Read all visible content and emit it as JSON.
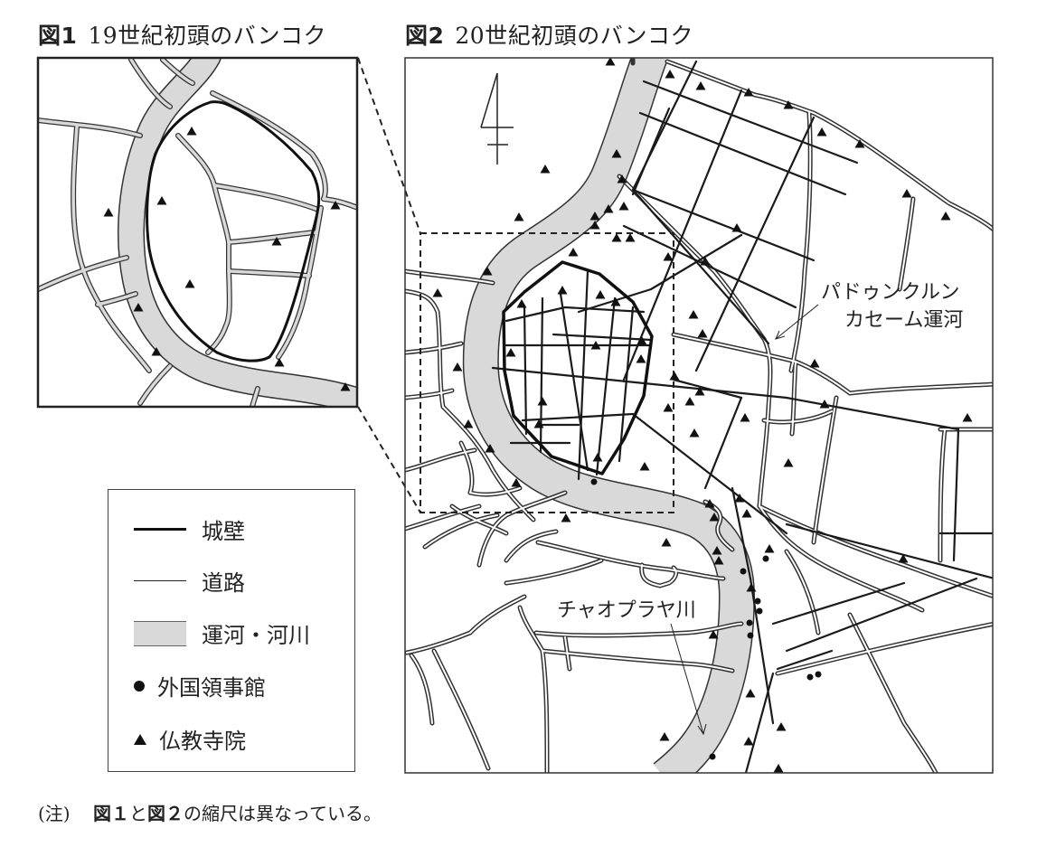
{
  "figures": [
    {
      "number_label": "図1",
      "title": "19世紀初頭のバンコク"
    },
    {
      "number_label": "図2",
      "title": "20世紀初頭のバンコク"
    }
  ],
  "map_labels": {
    "canal_line1": "パドゥンクルン",
    "canal_line2": "カセーム運河",
    "river": "チャオプラヤ川"
  },
  "legend": {
    "items": [
      {
        "symbol": "thick-line",
        "label": "城壁"
      },
      {
        "symbol": "thin-line",
        "label": "道路"
      },
      {
        "symbol": "gray-band",
        "label": "運河・河川"
      },
      {
        "symbol": "circle",
        "label": "外国領事館"
      },
      {
        "symbol": "triangle",
        "label": "仏教寺院"
      }
    ]
  },
  "note": {
    "prefix": "(注)",
    "fig1": "図１",
    "and": "と",
    "fig2": "図２",
    "text": "の縮尺は異なっている。"
  },
  "colors": {
    "water_fill": "#d9d9d9",
    "outline": "#333333",
    "road": "#1a1a1a",
    "wall": "#111111"
  }
}
